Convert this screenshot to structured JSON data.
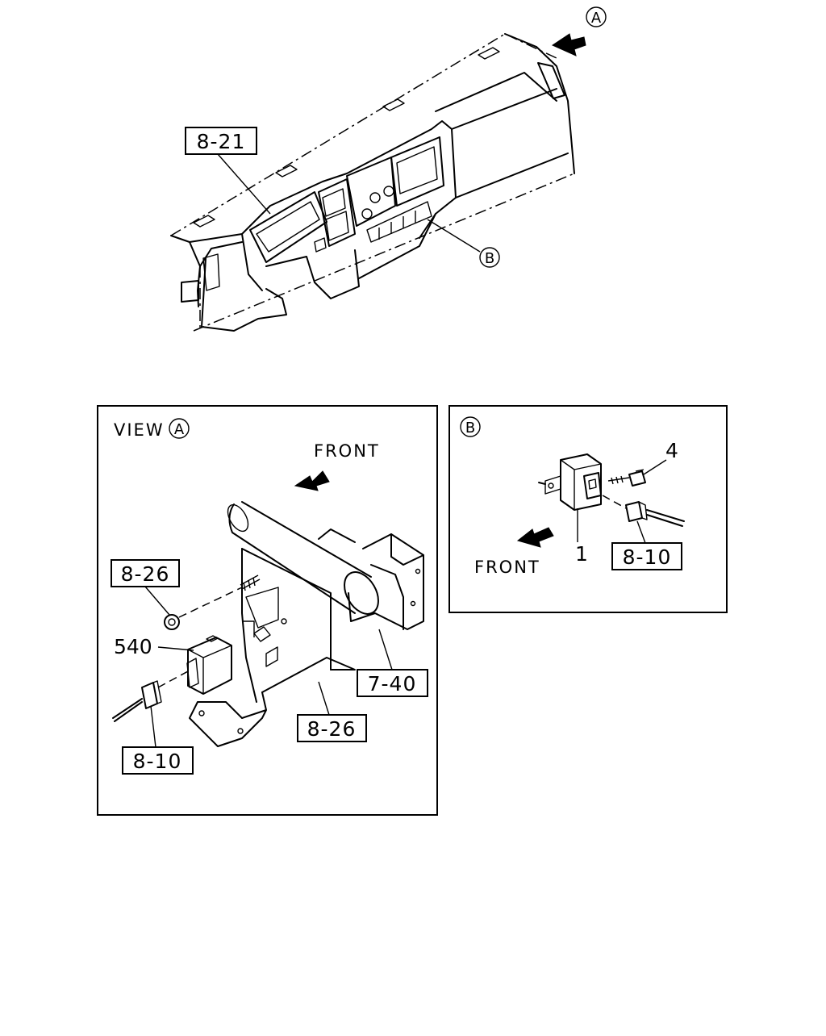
{
  "callouts": {
    "top_ref": "8-21",
    "view_a_marker": "A",
    "view_b_marker": "B"
  },
  "panel_a": {
    "title_prefix": "VIEW",
    "title_marker": "A",
    "front_label": "FRONT",
    "ref_upper_left": "8-26",
    "part_540": "540",
    "ref_lower_left": "8-10",
    "ref_bottom_center": "8-26",
    "ref_right": "7-40"
  },
  "panel_b": {
    "marker": "B",
    "part_4": "4",
    "part_1": "1",
    "front_label": "FRONT",
    "ref_connector": "8-10"
  }
}
